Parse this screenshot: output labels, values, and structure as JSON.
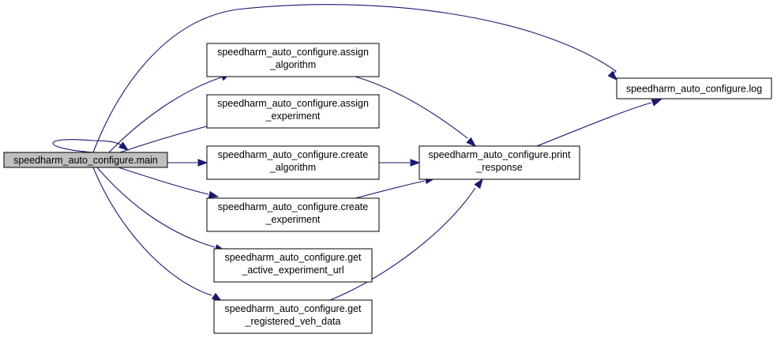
{
  "graph": {
    "nodes": [
      {
        "id": "main",
        "lines": [
          "speedharm_auto_configure.main"
        ],
        "highlighted": true
      },
      {
        "id": "assign_algorithm",
        "lines": [
          "speedharm_auto_configure.assign",
          "_algorithm"
        ]
      },
      {
        "id": "assign_experiment",
        "lines": [
          "speedharm_auto_configure.assign",
          "_experiment"
        ]
      },
      {
        "id": "create_algorithm",
        "lines": [
          "speedharm_auto_configure.create",
          "_algorithm"
        ]
      },
      {
        "id": "create_experiment",
        "lines": [
          "speedharm_auto_configure.create",
          "_experiment"
        ]
      },
      {
        "id": "get_active_experiment_url",
        "lines": [
          "speedharm_auto_configure.get",
          "_active_experiment_url"
        ]
      },
      {
        "id": "get_registered_veh_data",
        "lines": [
          "speedharm_auto_configure.get",
          "_registered_veh_data"
        ]
      },
      {
        "id": "print_response",
        "lines": [
          "speedharm_auto_configure.print",
          "_response"
        ]
      },
      {
        "id": "log",
        "lines": [
          "speedharm_auto_configure.log"
        ]
      }
    ],
    "edges": [
      {
        "from": "main",
        "to": "main"
      },
      {
        "from": "main",
        "to": "log"
      },
      {
        "from": "main",
        "to": "assign_algorithm"
      },
      {
        "from": "main",
        "to": "assign_experiment"
      },
      {
        "from": "main",
        "to": "create_algorithm"
      },
      {
        "from": "main",
        "to": "create_experiment"
      },
      {
        "from": "main",
        "to": "get_active_experiment_url"
      },
      {
        "from": "main",
        "to": "get_registered_veh_data"
      },
      {
        "from": "assign_algorithm",
        "to": "print_response"
      },
      {
        "from": "create_algorithm",
        "to": "print_response"
      },
      {
        "from": "create_experiment",
        "to": "print_response"
      },
      {
        "from": "get_registered_veh_data",
        "to": "print_response"
      },
      {
        "from": "print_response",
        "to": "log"
      }
    ],
    "colors": {
      "edge": "#191970",
      "highlighted_node_fill": "#bfbfbf",
      "node_fill": "#ffffff",
      "node_border": "#000000"
    }
  }
}
